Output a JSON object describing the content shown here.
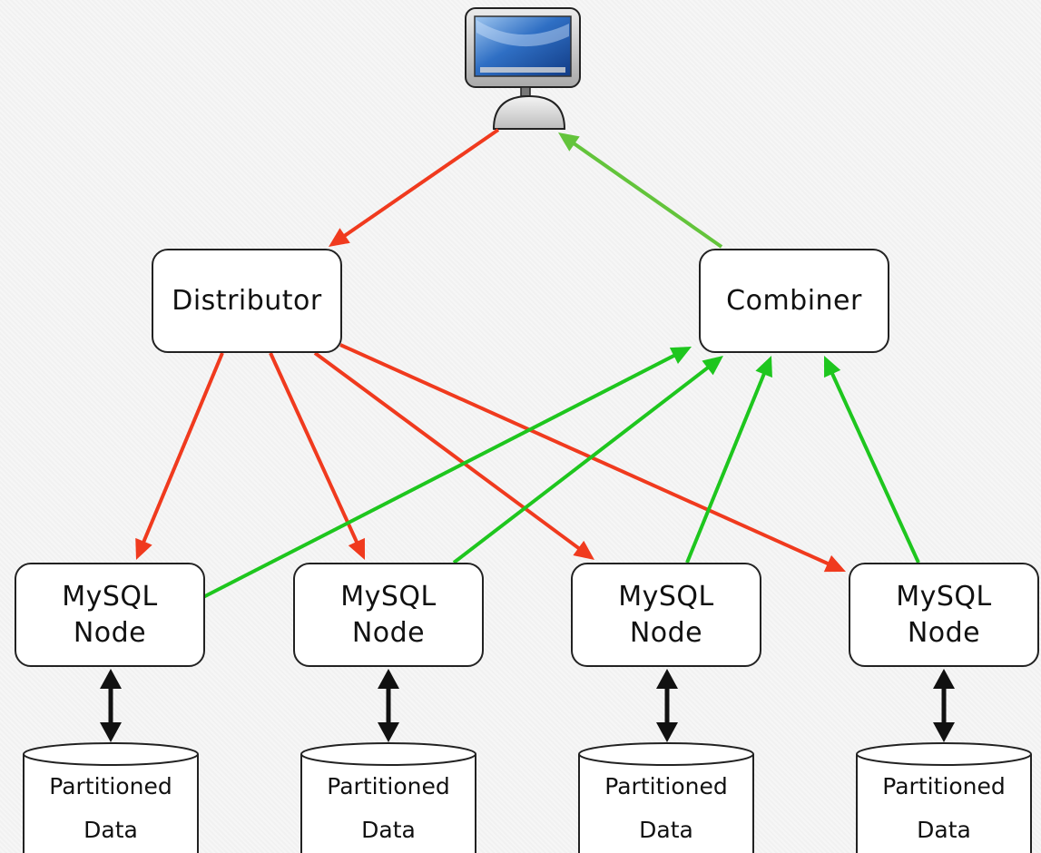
{
  "diagram": {
    "client_icon": "computer-terminal-icon",
    "colors": {
      "request_arrow": "#f03a1e",
      "response_arrow": "#1ec61e",
      "client_response_arrow": "#63c43b",
      "data_link": "#111111",
      "box_border": "#222222",
      "box_fill": "#ffffff"
    },
    "distributor": {
      "label": "Distributor"
    },
    "combiner": {
      "label": "Combiner"
    },
    "nodes": [
      {
        "line1": "MySQL",
        "line2": "Node"
      },
      {
        "line1": "MySQL",
        "line2": "Node"
      },
      {
        "line1": "MySQL",
        "line2": "Node"
      },
      {
        "line1": "MySQL",
        "line2": "Node"
      }
    ],
    "databases": [
      {
        "line1": "Partitioned",
        "line2": "Data"
      },
      {
        "line1": "Partitioned",
        "line2": "Data"
      },
      {
        "line1": "Partitioned",
        "line2": "Data"
      },
      {
        "line1": "Partitioned",
        "line2": "Data"
      }
    ]
  }
}
